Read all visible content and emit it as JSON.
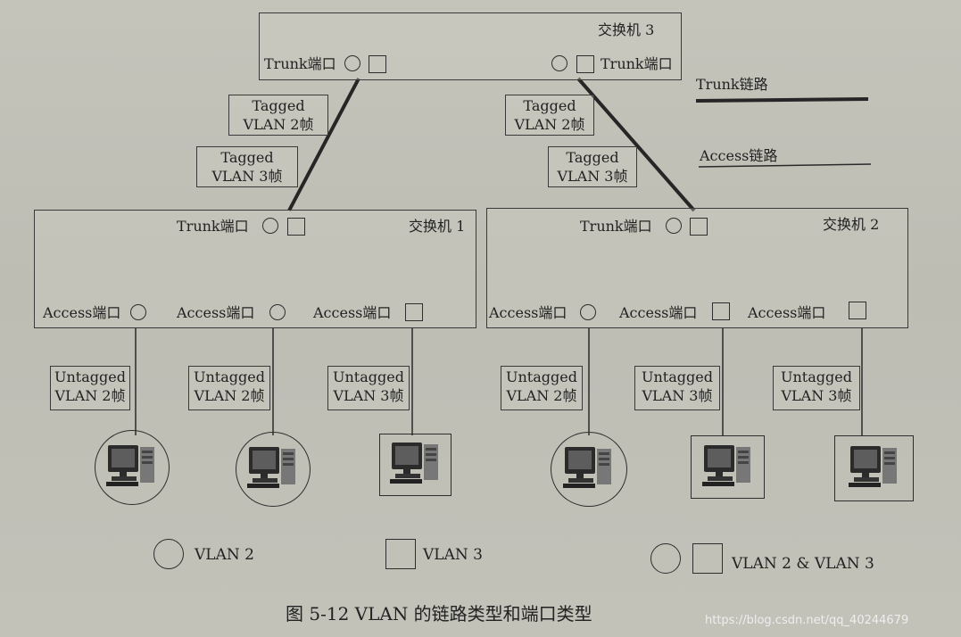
{
  "switches": {
    "sw3": {
      "name": "交换机 3",
      "trunk_left": "Trunk端口",
      "trunk_right": "Trunk端口"
    },
    "sw1": {
      "name": "交换机 1",
      "trunk": "Trunk端口",
      "access": [
        "Access端口",
        "Access端口",
        "Access端口"
      ]
    },
    "sw2": {
      "name": "交换机 2",
      "trunk": "Trunk端口",
      "access": [
        "Access端口",
        "Access端口",
        "Access端口"
      ]
    }
  },
  "frames": {
    "left_upper": [
      "Tagged",
      "VLAN 2帧"
    ],
    "left_lower": [
      "Tagged",
      "VLAN 3帧"
    ],
    "right_upper": [
      "Tagged",
      "VLAN 2帧"
    ],
    "right_lower": [
      "Tagged",
      "VLAN 3帧"
    ]
  },
  "untagged": [
    [
      "Untagged",
      "VLAN 2帧"
    ],
    [
      "Untagged",
      "VLAN 2帧"
    ],
    [
      "Untagged",
      "VLAN 3帧"
    ],
    [
      "Untagged",
      "VLAN 2帧"
    ],
    [
      "Untagged",
      "VLAN 3帧"
    ],
    [
      "Untagged",
      "VLAN 3帧"
    ]
  ],
  "link_legend": {
    "trunk": "Trunk链路",
    "access": "Access链路"
  },
  "vlan_legend": {
    "vlan2": "VLAN 2",
    "vlan3": "VLAN 3",
    "both": "VLAN 2 & VLAN 3"
  },
  "caption": "图 5-12   VLAN 的链路类型和端口类型",
  "watermark": "https://blog.csdn.net/qq_40244679",
  "colors": {
    "line": "#2a2a2a",
    "paper": "#c0c0b7"
  }
}
